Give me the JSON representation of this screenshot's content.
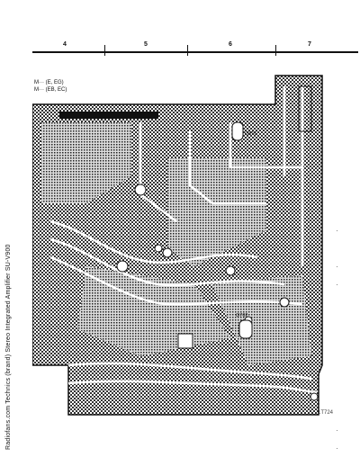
{
  "ruler": {
    "columns": [
      "4",
      "5",
      "6",
      "7"
    ]
  },
  "notes": {
    "line1": "M··· (E, EG)",
    "line2": "M··· (EB, EC)"
  },
  "caption": "Radiofans.com Technics (brand) Stereo Integrated Amplifier SU-V900",
  "board_labels": [
    "Q816",
    "Q702"
  ],
  "figure_code": "1T724"
}
